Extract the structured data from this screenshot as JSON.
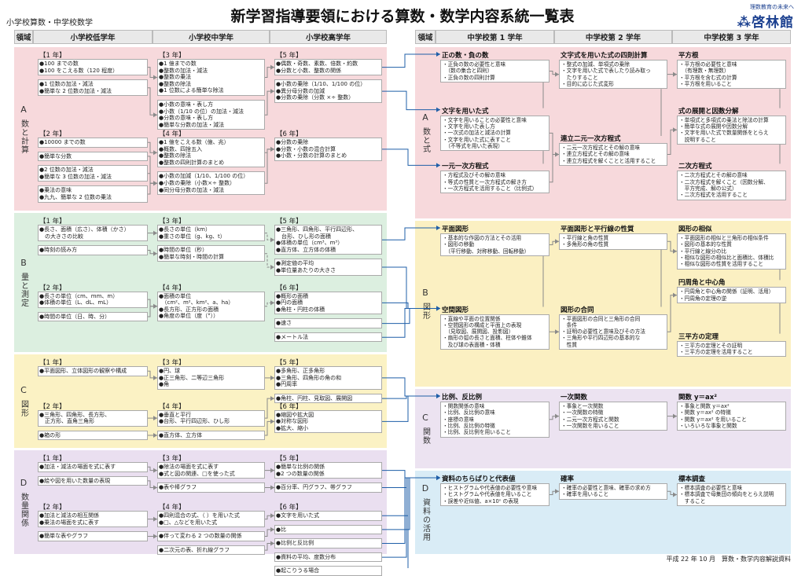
{
  "title": "新学習指導要領における算数・数学内容系統一覧表",
  "subtitle": "小学校算数・中学校数学",
  "publisher": {
    "tagline": "理数教育の未来へ",
    "name": "啓林館"
  },
  "footer": "平成 22 年 10 月　算数・数学内容解説資料",
  "colors": {
    "A": "#f7d9dc",
    "B": "#dcefe0",
    "C": "#fbf2c4",
    "D": "#eadff0",
    "MB": "#fbf0c2",
    "MC": "#ece3f1",
    "MD": "#d9ecf6",
    "connector": "#1f5fa8"
  },
  "headers": {
    "elem": [
      "領域",
      "小学校低学年",
      "小学校中学年",
      "小学校高学年"
    ],
    "mid": [
      "領域",
      "中学校第 1 学年",
      "中学校第 2 学年",
      "中学校第 3 学年"
    ]
  },
  "elem_domains": [
    {
      "letter": "A",
      "name": "数と計算"
    },
    {
      "letter": "B",
      "name": "量と測定"
    },
    {
      "letter": "C",
      "name": "図形"
    },
    {
      "letter": "D",
      "name": "数量関係"
    }
  ],
  "mid_domains": [
    {
      "letter": "A",
      "name": "数と式"
    },
    {
      "letter": "B",
      "name": "図形"
    },
    {
      "letter": "C",
      "name": "関数"
    },
    {
      "letter": "D",
      "name": "資料の活用"
    }
  ],
  "elem_rows": [
    [
      {
        "blocks": [
          {
            "grade": "【1 年】",
            "items": [
              "●100 までの数\n●100 をこえる数（120 程度）",
              "●1 位数の加法・減法\n●簡単な 2 位数の加法・減法"
            ]
          },
          {
            "grade": "【2 年】",
            "items": [
              "●10000 までの数",
              "●簡単な分数",
              "●2 位数の加法・減法\n●簡単な 3 位数の加法・減法",
              "●乗法の意味\n●九九、簡単な 2 位数の乗法"
            ]
          }
        ]
      },
      {
        "blocks": [
          {
            "grade": "【3 年】",
            "items": [
              "●1 億までの数\n●整数の加法・減法\n●整数の乗法\n●整数の除法\n●1 位数による簡単な除法",
              "●小数の意味・表し方\n●小数（1/10 の位）の加法・減法\n●分数の意味・表し方\n●簡単な分数の加法・減法"
            ]
          },
          {
            "grade": "【4 年】",
            "items": [
              "●1 億をこえる数（億、兆）\n●概数、四捨五入\n●整数の除法\n●整数の四則計算のまとめ",
              "●小数の加減（1/10、1/100 の位）\n●小数の乗除（小数×÷ 整数）\n●同分母分数の加法・減法"
            ]
          }
        ]
      },
      {
        "blocks": [
          {
            "grade": "【5 年】",
            "items": [
              "●偶数・奇数、素数、倍数・約数\n●分数と小数、整数の関係",
              "●小数の乗除（1/10、1/100 の位）\n●異分母分数の加減\n●分数の乗除（分数 ×÷ 整数）"
            ]
          },
          {
            "grade": "【6 年】",
            "items": [
              "●分数の乗除\n●分数・小数の混合計算\n●小数・分数の計算のまとめ"
            ]
          }
        ]
      }
    ],
    [
      {
        "blocks": [
          {
            "grade": "【1 年】",
            "items": [
              "●長さ、面積（広さ）、体積（かさ）\n　の大きさの比較",
              "●時刻の読み方"
            ]
          },
          {
            "grade": "【2 年】",
            "items": [
              "●長さの単位（cm、mm、m）\n●体積の単位（L、dL、mL）",
              "●時間の単位（日、時、分）"
            ]
          }
        ]
      },
      {
        "blocks": [
          {
            "grade": "【3 年】",
            "items": [
              "●長さの単位（km）\n●重さの単位（g、kg、t）",
              "●時間の単位（秒）\n●簡単な時刻・時間の計算"
            ]
          },
          {
            "grade": "【4 年】",
            "items": [
              "●面積の単位\n　（cm²、m²、km²、a、ha）\n●長方形、正方形の面積\n●角度の単位（度（°））"
            ]
          }
        ]
      },
      {
        "blocks": [
          {
            "grade": "【5 年】",
            "items": [
              "●三角形、四角形、平行四辺形、\n　台形、ひし形の面積\n●体積の単位（cm³、m³）\n●直方体、立方体の体積",
              "●測定値の平均\n●単位量あたりの大きさ"
            ]
          },
          {
            "grade": "【6 年】",
            "items": [
              "●概形の面積\n●円の面積\n●角柱・円柱の体積",
              "●速さ",
              "●メートル法"
            ]
          }
        ]
      }
    ],
    [
      {
        "blocks": [
          {
            "grade": "【1 年】",
            "items": [
              "●平面図形、立体図形の観察や構成"
            ]
          },
          {
            "grade": "【2 年】",
            "items": [
              "●三角形、四角形、長方形、\n　正方形、直角三角形",
              "●箱の形"
            ]
          }
        ]
      },
      {
        "blocks": [
          {
            "grade": "【3 年】",
            "items": [
              "●円、球\n●正三角形、二等辺三角形\n●角"
            ]
          },
          {
            "grade": "【4 年】",
            "items": [
              "●垂直と平行\n●台形、平行四辺形、ひし形",
              "●直方体、立方体"
            ]
          }
        ]
      },
      {
        "blocks": [
          {
            "grade": "【5 年】",
            "items": [
              "●多角形、正多角形\n●三角形、四角形の角の和\n●円周率",
              "●角柱、円柱、見取図、展開図"
            ]
          },
          {
            "grade": "【6 年】",
            "items": [
              "●縮図や拡大図\n●対称な図形\n●拡大、縮小"
            ]
          }
        ]
      }
    ],
    [
      {
        "blocks": [
          {
            "grade": "【1 年】",
            "items": [
              "●加法・減法の場面を式に表す",
              "●絵や図を用いた数量の表現"
            ]
          },
          {
            "grade": "【2 年】",
            "items": [
              "●加法と減法の相互関係\n●乗法の場面を式に表す",
              "●簡単な表やグラフ"
            ]
          }
        ]
      },
      {
        "blocks": [
          {
            "grade": "【3 年】",
            "items": [
              "●除法の場面を式に表す\n●式と図の関連、□を使った式",
              "●表や棒グラフ"
            ]
          },
          {
            "grade": "【4 年】",
            "items": [
              "●四則混合の式、（ ）を用いた式\n●□、△などを用いた式",
              "●伴って変わる 2 つの数量の関係",
              "●二次元の表、折れ線グラフ"
            ]
          }
        ]
      },
      {
        "blocks": [
          {
            "grade": "【5 年】",
            "items": [
              "●簡単な比例の関係\n●2 つの数量の関係",
              "●百分率、円グラフ、帯グラフ"
            ]
          },
          {
            "grade": "【6 年】",
            "items": [
              "●文字を用いた式",
              "●比",
              "●比例と反比例",
              "●資料の平均、度数分布",
              "●起こりうる場合"
            ]
          }
        ]
      }
    ]
  ],
  "mid_rows": [
    [
      [
        {
          "title": "正の数・負の数",
          "details": "・正負の数の必要性と意味\n　（数の集合と四則）\n・正負の数の四則計算"
        },
        {
          "title": "文字を用いた式",
          "details": "・文字を用いることの必要性と意味\n・文字を用いた表し方\n・一次式の加法と減法の計算\n・文字を用いた式に表すこと\n　（不等式を用いた表現）"
        },
        {
          "title": "一元一次方程式",
          "details": "・方程式及びその解の意味\n・等式の性質と一次方程式の解き方\n・一次方程式を活用すること（比例式）"
        }
      ],
      [
        {
          "title": "文字式を用いた式の四則計算",
          "details": "・整式の加減、単項式の乗除\n・文字を用いた式で表したり読み取っ\n　たりすること\n・目的に応じた式変形"
        },
        {
          "title": "連立二元一次方程式",
          "details": "・二元一次方程式とその解の意味\n・連立方程式とその解の意味\n・連立方程式を解くことと活用すること"
        }
      ],
      [
        {
          "title": "平方根",
          "details": "・平方根の必要性と意味\n　（有理数・無理数）\n・平方根を含む式の計算\n・平方根を用いること"
        },
        {
          "title": "式の展開と因数分解",
          "details": "・単項式と多項式の乗法と除法の計算\n・簡単な式の展開や因数分解\n・文字を用いた式で数量関係をとらえ\n　説明すること"
        },
        {
          "title": "二次方程式",
          "details": "・二次方程式とその解の意味\n・二次方程式を解くこと（因数分解、\n　平方完成、解の公式）\n・二次方程式を活用すること"
        }
      ]
    ],
    [
      [
        {
          "title": "平面図形",
          "details": "・基本的な作図の方法とその活用\n・図形の移動\n　（平行移動、対称移動、回転移動）"
        },
        {
          "title": "空間図形",
          "details": "・直線や平面の位置関係\n・空間図形の構成と平面上の表現\n　（見取図、展開図、投影図）\n・扇形の弧の長さと面積、柱体や錐体\n　及び球の表面積・体積"
        }
      ],
      [
        {
          "title": "平面図形と平行線の性質",
          "details": "・平行線と角の性質\n・多角形の角の性質"
        },
        {
          "title": "図形の合同",
          "details": "・平面図形の合同と三角形の合同\n　条件\n・証明の必要性と意味及びその方法\n・三角形や平行四辺形の基本的な\n　性質"
        }
      ],
      [
        {
          "title": "図形の相似",
          "details": "・平面図形の相似と三角形の相似条件\n・図形の基本的な性質\n・平行線と線分の比\n・相似な図形の相似比と面積比、体積比\n・相似な図形の性質を活用すること"
        },
        {
          "title": "円周角と中心角",
          "details": "・円周角と中心角の関係（証明、活用）\n・円周角の定理の逆"
        },
        {
          "title": "三平方の定理",
          "details": "・三平方の定理とその証明\n・三平方の定理を活用すること"
        }
      ]
    ],
    [
      [
        {
          "title": "比例、反比例",
          "details": "・関数関係の意味\n・比例、反比例の意味\n・座標の意味\n・比例、反比例の特徴\n・比例、反比例を用いること"
        }
      ],
      [
        {
          "title": "一次関数",
          "details": "・事象と一次関数\n・一次関数の特徴\n・二元一次方程式と関数\n・一次関数を用いること"
        }
      ],
      [
        {
          "title": "関数 y＝ax²",
          "details": "・事象と関数 y＝ax²\n・関数 y＝ax² の特徴\n・関数 y＝ax² を用いること\n・いろいろな事象と関数"
        }
      ]
    ],
    [
      [
        {
          "title": "資料のちらばりと代表値",
          "details": "・ヒストグラムや代表値の必要性や意味\n・ヒストグラムや代表値を用いること\n・誤差や近似値、a×10ⁿ の表現"
        }
      ],
      [
        {
          "title": "確率",
          "details": "・確率の必要性と意味、確率の求め方\n・確率を用いること"
        }
      ],
      [
        {
          "title": "標本調査",
          "details": "・標本調査の必要性と意味\n・標本調査で母集団の傾向をとらえ説明\n　すること"
        }
      ]
    ]
  ]
}
